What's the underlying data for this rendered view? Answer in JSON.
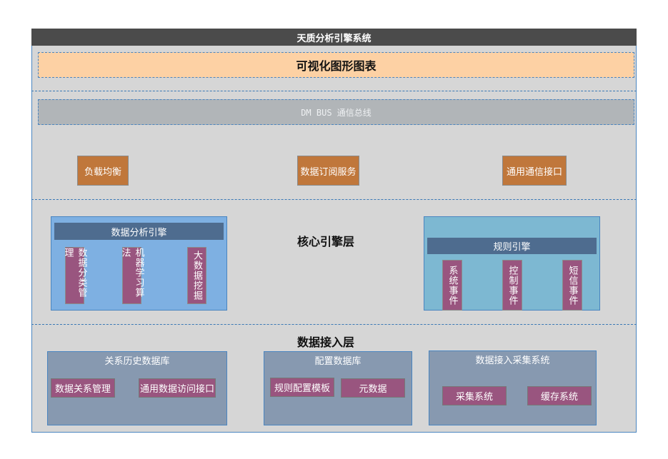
{
  "title": "天质分析引擎系统",
  "visualization_layer": {
    "label": "可视化图形图表"
  },
  "bus": {
    "label": "DM BUS 通信总线"
  },
  "services": [
    "负载均衡",
    "数据订阅服务",
    "通用通信接口"
  ],
  "core_layer": {
    "label": "核心引擎层",
    "data_engine": {
      "title": "数据分析引擎",
      "modules": [
        "数据分类管理",
        "机器学习算法",
        "大数据挖掘"
      ]
    },
    "rule_engine": {
      "title": "规则引擎",
      "modules": [
        "系统事件",
        "控制事件",
        "短信事件"
      ]
    }
  },
  "access_layer": {
    "label": "数据接入层",
    "relational_db": {
      "title": "关系历史数据库",
      "items": [
        "数据关系管理",
        "通用数据访问接口"
      ]
    },
    "config_db": {
      "title": "配置数据库",
      "items": [
        "规则配置模板",
        "元数据"
      ]
    },
    "collection": {
      "title": "数据接入采集系统",
      "items": [
        "采集系统",
        "缓存系统"
      ]
    }
  },
  "colors": {
    "title_bar": "#4b4b4b",
    "background": "#d6d6d6",
    "visualization": "#fdd1a4",
    "bus": "#b1b5b8",
    "service_box": "#c0773b",
    "data_engine": "#7eb0e2",
    "rule_engine": "#7db8d2",
    "band": "#4e6c8f",
    "module": "#99557f",
    "store": "#8799b0",
    "divider": "#3a78b5"
  }
}
